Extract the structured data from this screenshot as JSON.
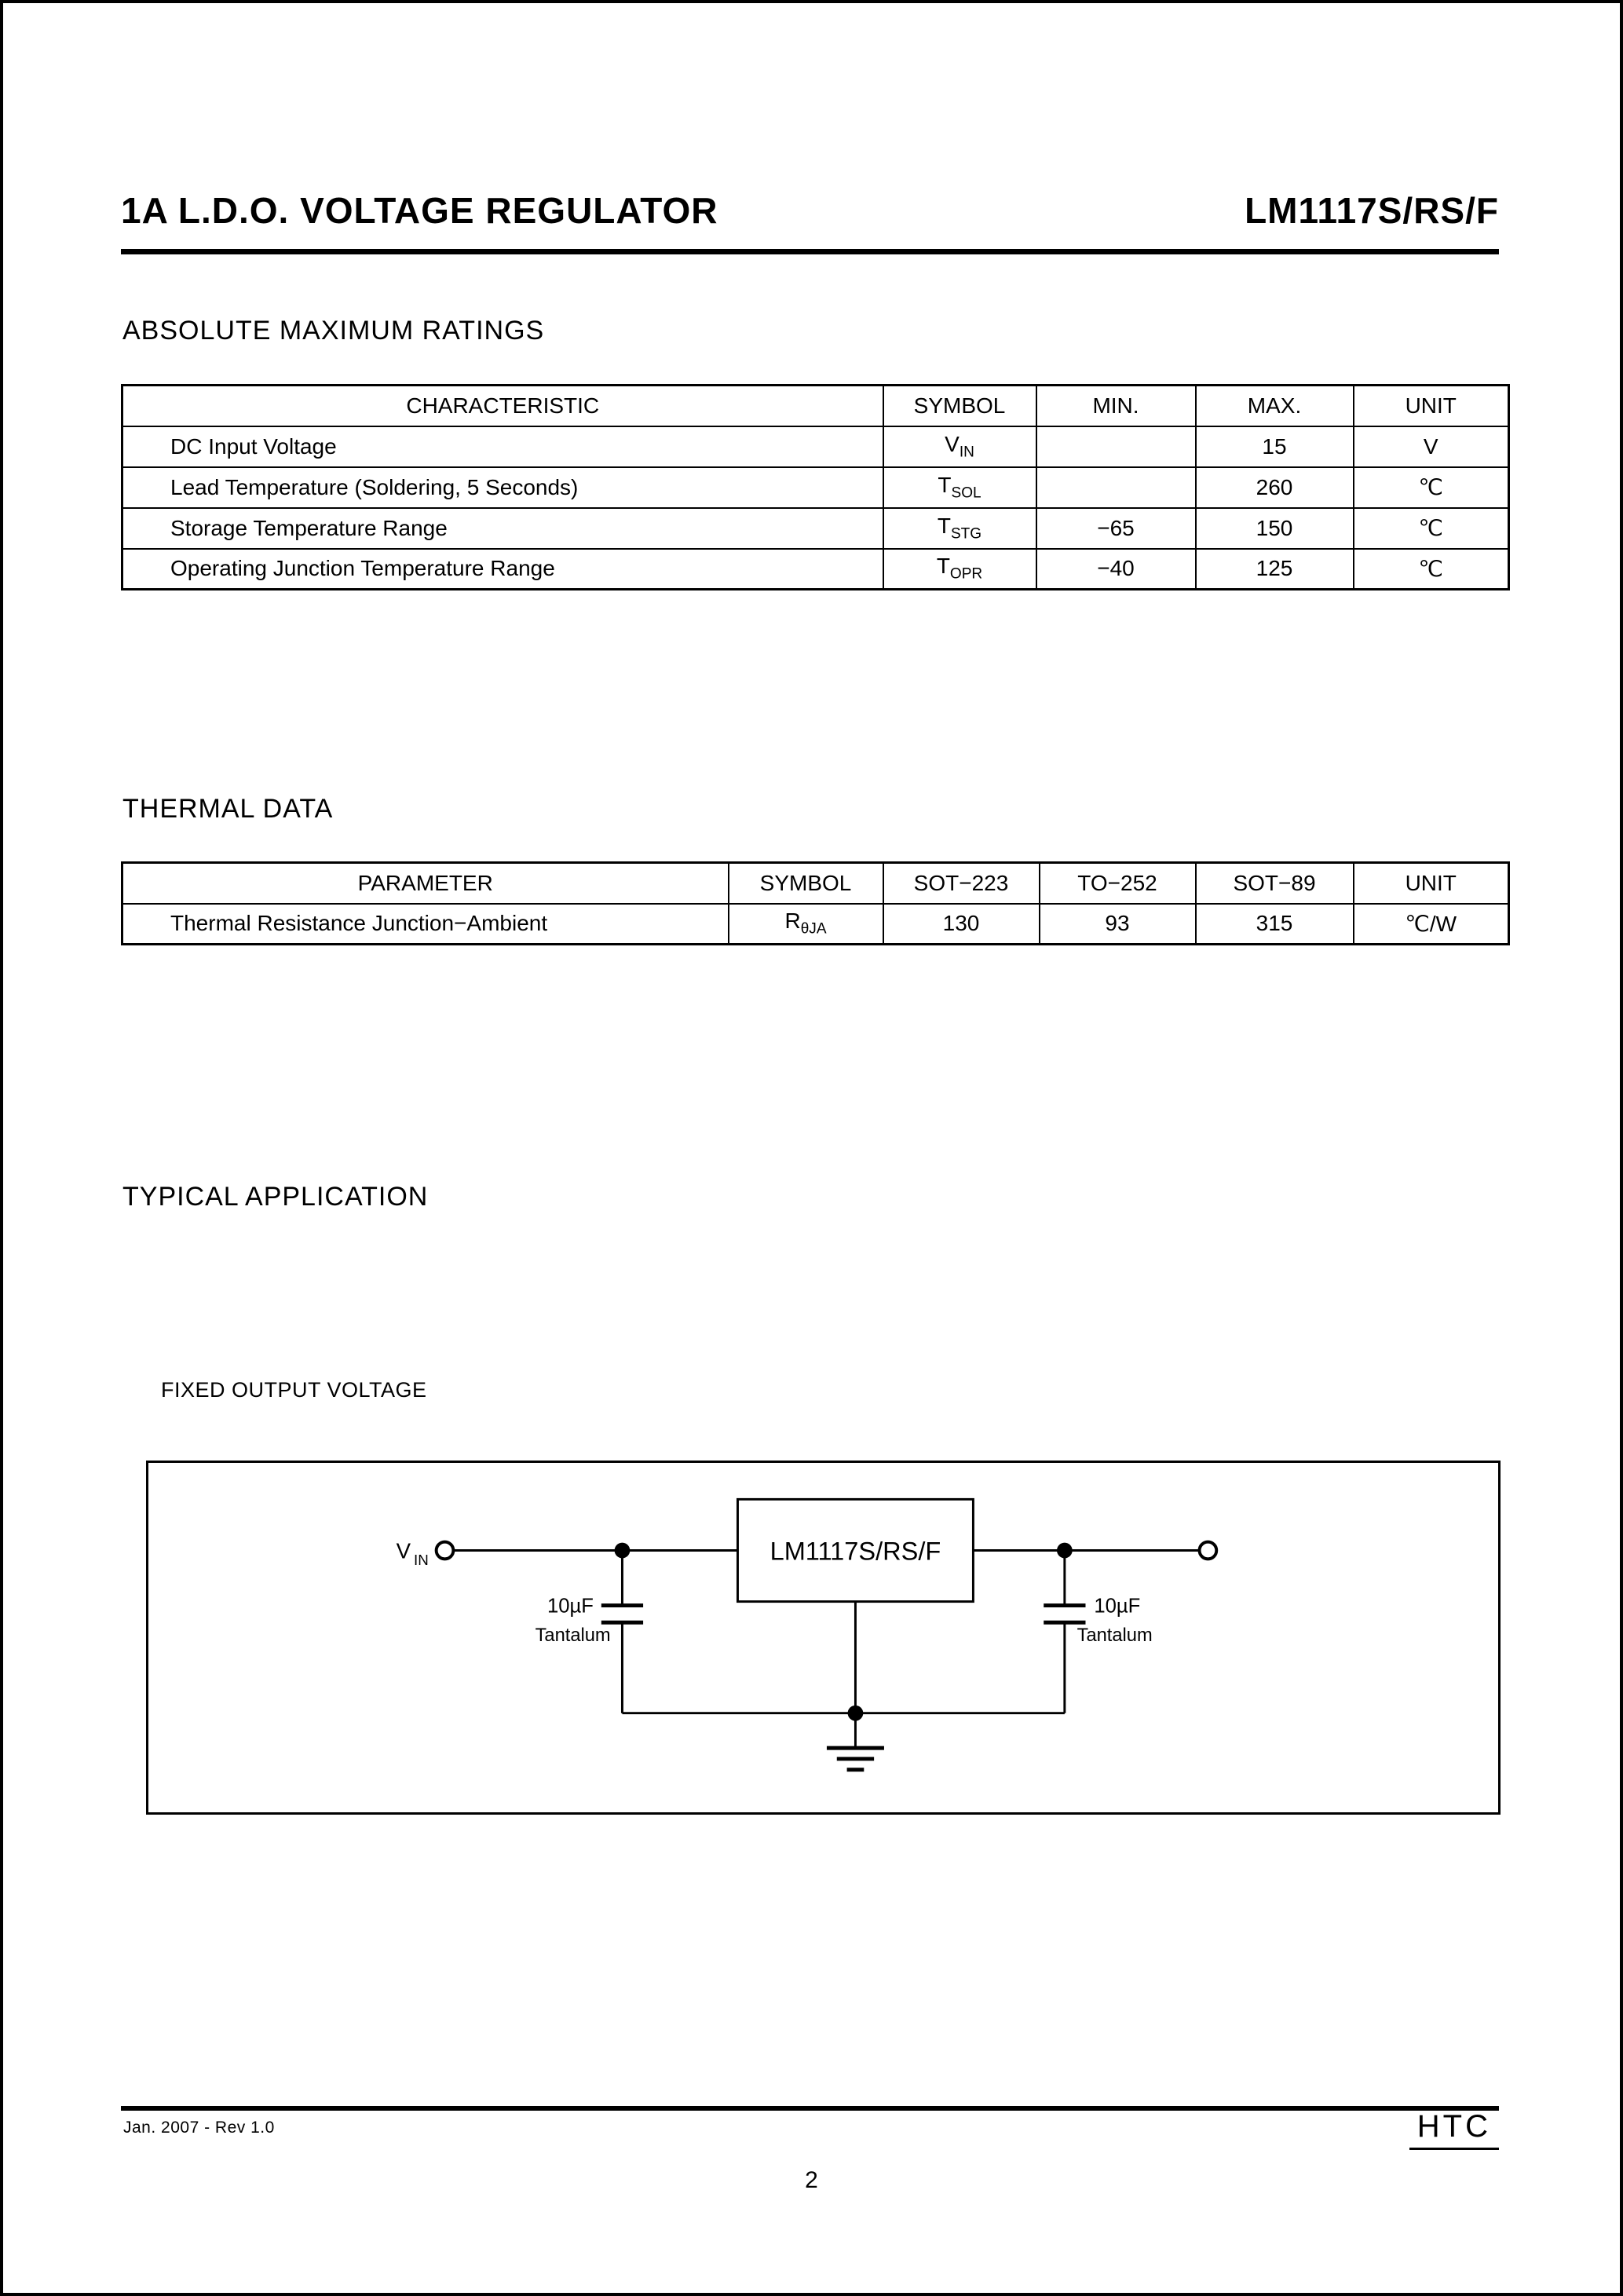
{
  "header": {
    "title_left": "1A L.D.O. VOLTAGE REGULATOR",
    "title_right": "LM1117S/RS/F"
  },
  "sections": {
    "abs_max_heading": "ABSOLUTE MAXIMUM RATINGS",
    "thermal_heading": "THERMAL DATA",
    "typical_heading": "TYPICAL APPLICATION",
    "fixed_output_heading": "FIXED OUTPUT VOLTAGE"
  },
  "tables": {
    "abs_max": {
      "headers": [
        "CHARACTERISTIC",
        "SYMBOL",
        "MIN.",
        "MAX.",
        "UNIT"
      ],
      "rows": [
        {
          "cells": [
            "DC Input Voltage",
            {
              "base": "V",
              "sub": "IN"
            },
            "",
            "15",
            "V"
          ]
        },
        {
          "cells": [
            "Lead Temperature (Soldering, 5 Seconds)",
            {
              "base": "T",
              "sub": "SOL"
            },
            "",
            "260",
            "℃"
          ]
        },
        {
          "cells": [
            "Storage Temperature Range",
            {
              "base": "T",
              "sub": "STG"
            },
            "−65",
            "150",
            "℃"
          ]
        },
        {
          "cells": [
            "Operating Junction Temperature Range",
            {
              "base": "T",
              "sub": "OPR"
            },
            "−40",
            "125",
            "℃"
          ]
        }
      ]
    },
    "thermal": {
      "headers": [
        "PARAMETER",
        "SYMBOL",
        "SOT−223",
        "TO−252",
        "SOT−89",
        "UNIT"
      ],
      "rows": [
        {
          "cells": [
            "Thermal Resistance Junction−Ambient",
            {
              "base": "R",
              "sub": "θJA"
            },
            "130",
            "93",
            "315",
            "℃/W"
          ]
        }
      ]
    }
  },
  "circuit": {
    "ic_label": "LM1117S/RS/F",
    "vin_base": "V",
    "vin_sub": "IN",
    "cap_left_value": "10µF",
    "cap_left_type": "Tantalum",
    "cap_right_value": "10µF",
    "cap_right_type": "Tantalum"
  },
  "footer": {
    "left": "Jan. 2007 - Rev 1.0",
    "right": "HTC",
    "page_number": "2"
  }
}
